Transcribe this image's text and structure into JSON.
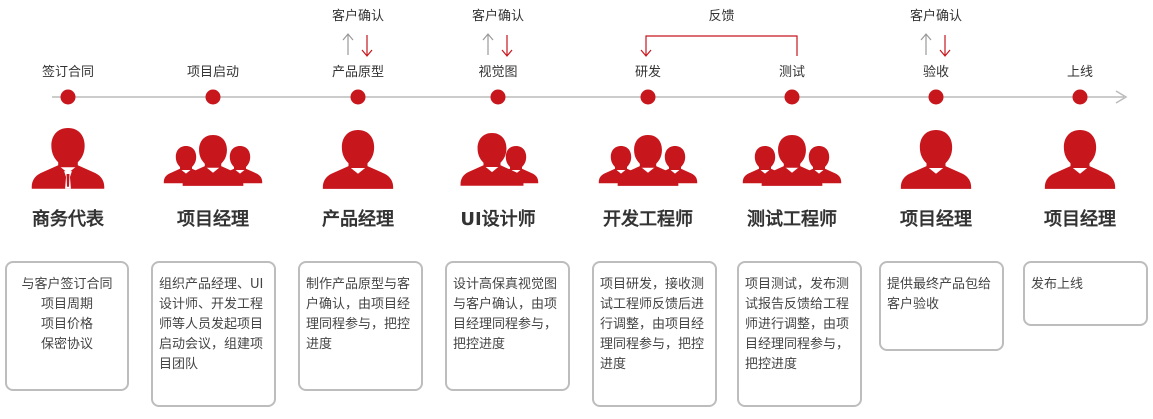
{
  "colors": {
    "accent": "#c8161d",
    "line": "#bbbbbb",
    "text": "#333333",
    "box_border": "#bdbdbd"
  },
  "stages": [
    {
      "label": "签订合同",
      "role": "商务代表",
      "icon": "person-with-tie-icon",
      "desc": [
        "与客户签订合同",
        "项目周期",
        "项目价格",
        "保密协议"
      ]
    },
    {
      "label": "项目启动",
      "role": "项目经理",
      "icon": "team-icon",
      "desc": [
        "组织产品经理、UI",
        "设计师、开发工程",
        "师等人员发起项目",
        "启动会议，组建项",
        "目团队"
      ]
    },
    {
      "label": "产品原型",
      "role": "产品经理",
      "icon": "person-icon",
      "desc": [
        "制作产品原型与客",
        "户确认，由项目经",
        "理同程参与，把控",
        "进度"
      ]
    },
    {
      "label": "视觉图",
      "role": "UI设计师",
      "icon": "pair-icon",
      "desc": [
        "设计高保真视觉图",
        "与客户确认，由项",
        "目经理同程参与，",
        "把控进度"
      ]
    },
    {
      "label": "研发",
      "role": "开发工程师",
      "icon": "team-icon",
      "desc": [
        "项目研发，接收测",
        "试工程师反馈后进",
        "行调整，由项目经",
        "理同程参与，把控",
        "进度"
      ]
    },
    {
      "label": "测试",
      "role": "测试工程师",
      "icon": "team-icon",
      "desc": [
        "项目测试，发布测",
        "试报告反馈给工程",
        "师进行调整，由项",
        "目经理同程参与，",
        "把控进度"
      ]
    },
    {
      "label": "验收",
      "role": "项目经理",
      "icon": "person-icon",
      "desc": [
        "提供最终产品包给",
        "客户验收"
      ]
    },
    {
      "label": "上线",
      "role": "项目经理",
      "icon": "person-icon",
      "desc": [
        "发布上线"
      ]
    }
  ],
  "confirm_label": "客户确认",
  "feedback_label": "反馈"
}
